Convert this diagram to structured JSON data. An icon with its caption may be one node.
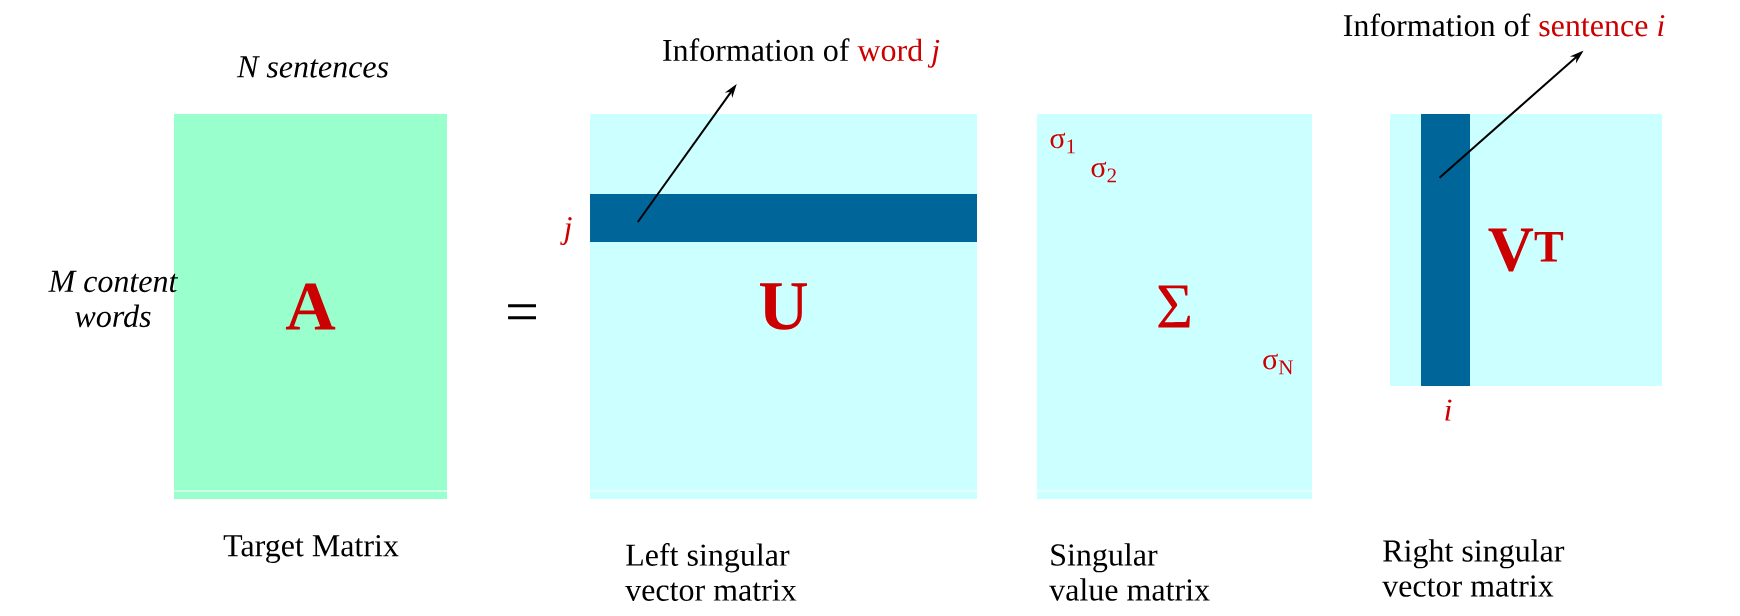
{
  "diagram": {
    "nodes": [
      {
        "text": [
          "A"
        ],
        "beside": [
          "Target Matrix"
        ]
      },
      {
        "text": [
          "U"
        ],
        "beside": [
          "Left singular vector matrix"
        ]
      },
      {
        "text": [],
        "shape": "bar",
        "in": 1,
        "beside": [
          "j"
        ]
      },
      {
        "text": [
          "Σ",
          "σ$_{1}$",
          "σ$_{2}$",
          "σ$_{N}$"
        ],
        "beside": [
          "Singular value matrix"
        ]
      },
      {
        "text": [
          "V$^{T}$"
        ]
      },
      {
        "text": [],
        "shape": "bar",
        "in": 4,
        "beside": [
          "i"
        ]
      },
      {
        "text": [
          "Information of",
          "word *j*"
        ]
      },
      {
        "text": [
          "Information of",
          "sentence *i*"
        ]
      }
    ],
    "edges": [
      {
        "from": 2,
        "to": 6,
        "arrow": "to"
      },
      {
        "from": 5,
        "to": 7,
        "arrow": "to"
      }
    ],
    "labels": [
      "N sentences",
      "M content words",
      "=",
      "Right singular vector matrix"
    ]
  }
}
